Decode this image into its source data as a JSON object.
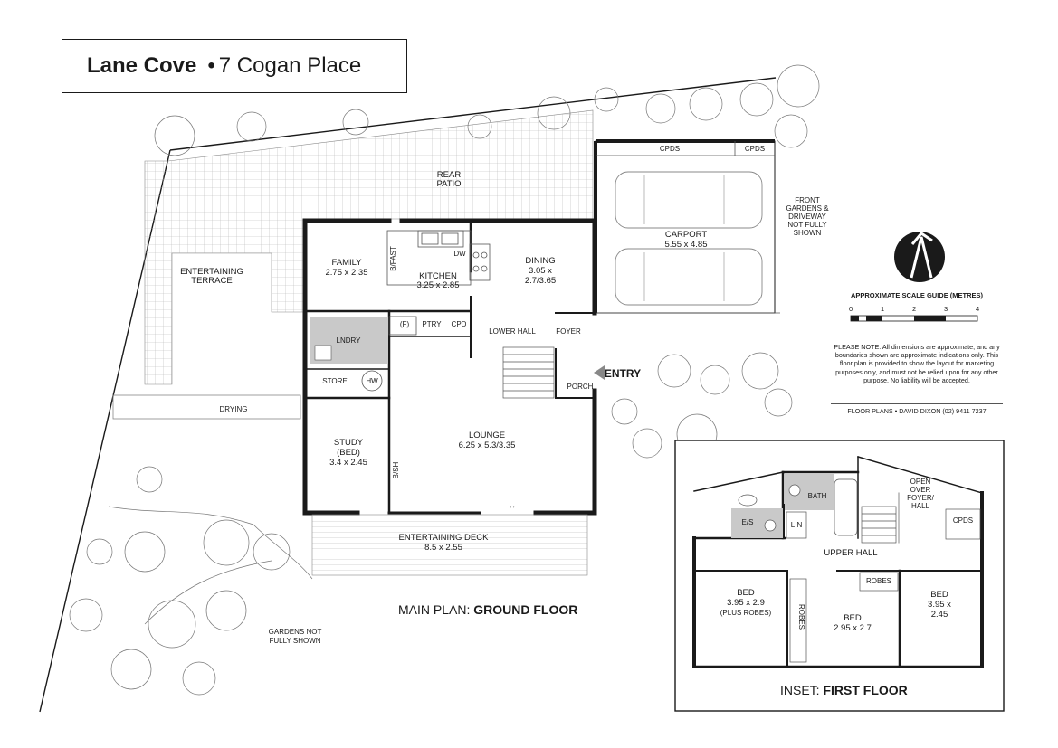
{
  "header": {
    "suburb": "Lane Cove",
    "separator": "•",
    "address": "7 Cogan Place"
  },
  "ground_floor": {
    "caption_prefix": "MAIN PLAN: ",
    "caption_bold": "GROUND FLOOR",
    "rooms": {
      "family": {
        "name": "FAMILY",
        "size": "2.75 x 2.35"
      },
      "kitchen": {
        "name": "KITCHEN",
        "size": "3.25 x 2.85"
      },
      "dining": {
        "name": "DINING",
        "size": "3.05 x",
        "size2": "2.7/3.65"
      },
      "carport": {
        "name": "CARPORT",
        "size": "5.55 x 4.85"
      },
      "lounge": {
        "name": "LOUNGE",
        "size": "6.25 x 5.3/3.35"
      },
      "study": {
        "name": "STUDY",
        "name2": "(BED)",
        "size": "3.4 x 2.45"
      },
      "deck": {
        "name": "ENTERTAINING DECK",
        "size": "8.5 x 2.55"
      }
    },
    "labels": {
      "rear_patio_1": "REAR",
      "rear_patio_2": "PATIO",
      "terrace_1": "ENTERTAINING",
      "terrace_2": "TERRACE",
      "laundry": "LNDRY",
      "store": "STORE",
      "hw": "HW",
      "drying": "DRYING",
      "bfast": "B/FAST",
      "dw": "DW",
      "fridge": "(F)",
      "pantry": "PTRY",
      "cpd": "CPD",
      "lower_hall": "LOWER HALL",
      "foyer": "FOYER",
      "porch": "PORCH",
      "entry": "ENTRY",
      "bsh": "B/SH",
      "cpds_1": "CPDS",
      "cpds_2": "CPDS",
      "front_gardens_1": "FRONT",
      "front_gardens_2": "GARDENS &",
      "front_gardens_3": "DRIVEWAY",
      "front_gardens_4": "NOT FULLY",
      "front_gardens_5": "SHOWN",
      "gardens_1": "GARDENS NOT",
      "gardens_2": "FULLY SHOWN",
      "door_arrow": "↔"
    }
  },
  "first_floor": {
    "caption_prefix": "INSET: ",
    "caption_bold": "FIRST FLOOR",
    "labels": {
      "bath": "BATH",
      "es": "E/S",
      "lin": "LIN",
      "upper_hall": "UPPER HALL",
      "open_1": "OPEN",
      "open_2": "OVER",
      "open_3": "FOYER/",
      "open_4": "HALL",
      "cpds": "CPDS",
      "robes_1": "ROBES",
      "robes_2": "ROBES"
    },
    "rooms": {
      "bed1": {
        "name": "BED",
        "size": "3.95 x 2.9",
        "note": "(PLUS ROBES)"
      },
      "bed2": {
        "name": "BED",
        "size": "2.95 x 2.7"
      },
      "bed3": {
        "name": "BED",
        "size": "3.95 x",
        "size2": "2.45"
      }
    }
  },
  "scale": {
    "title": "APPROXIMATE SCALE GUIDE (METRES)",
    "ticks": [
      "0",
      "1",
      "2",
      "3",
      "4"
    ]
  },
  "disclaimer": "PLEASE NOTE: All dimensions are approximate, and any boundaries shown are approximate indications only. This floor plan is provided to show the layout for marketing purposes only, and must not be relied upon for any other purpose. No liability will be accepted.",
  "credit": "FLOOR PLANS • DAVID DIXON (02) 9411 7237",
  "colors": {
    "wall": "#1a1a1a",
    "wet_area": "#c9c9c9",
    "line": "#555555"
  }
}
